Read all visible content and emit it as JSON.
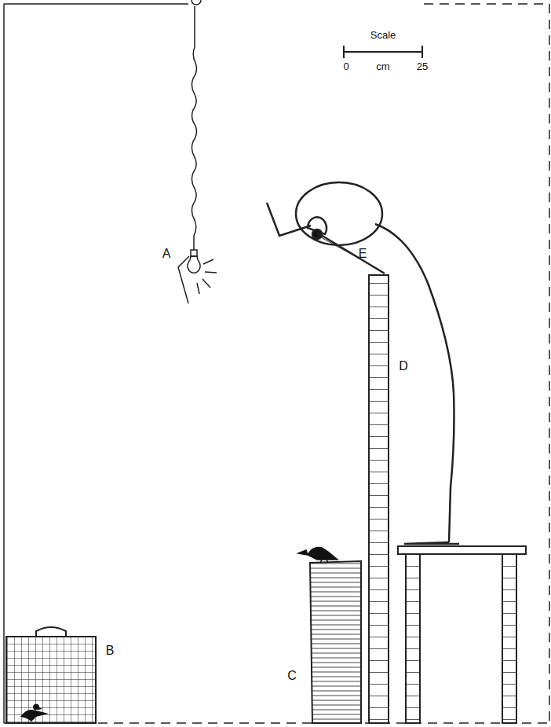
{
  "diagram": {
    "labels": [
      "Scale",
      "0",
      "cm",
      "25",
      "A",
      "B",
      "C",
      "D",
      "E"
    ]
  }
}
